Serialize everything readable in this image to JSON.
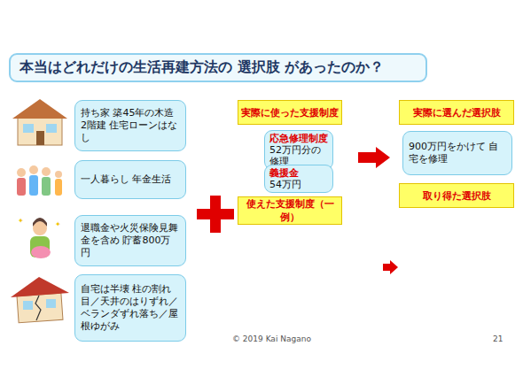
{
  "diagram": {
    "title": "本当はどれだけの生活再建方法の 選択肢 があったのか？",
    "nodes": [
      {
        "text": [
          "持ち家 築45年の木造2階建 住宅ローンはなし"
        ]
      },
      {
        "text": [
          "一人暮らし 年金生活"
        ]
      },
      {
        "text": [
          "退職金や火災保険見舞金を含め 貯蓄800万円"
        ]
      },
      {
        "text": [
          "自宅は半壊 柱の割れ目／天井のはりずれ／ベランダずれ落ち／屋根ゆがみ"
        ]
      },
      {
        "text": [
          "実際に使った支援制度"
        ]
      },
      {
        "text": [
          "応急修理制度",
          "52万円分の修理"
        ]
      },
      {
        "text": [
          "義援金",
          "54万円"
        ]
      },
      {
        "text": [
          "使えた支援制度（一例）"
        ]
      },
      {
        "text": [
          "実際に選んだ選択肢"
        ]
      },
      {
        "text": [
          "900万円をかけて 自宅を修理"
        ]
      },
      {
        "text": [
          "取り得た選択肢"
        ]
      }
    ],
    "labels": [
      "© 2019 Kai Nagano",
      "21"
    ]
  }
}
